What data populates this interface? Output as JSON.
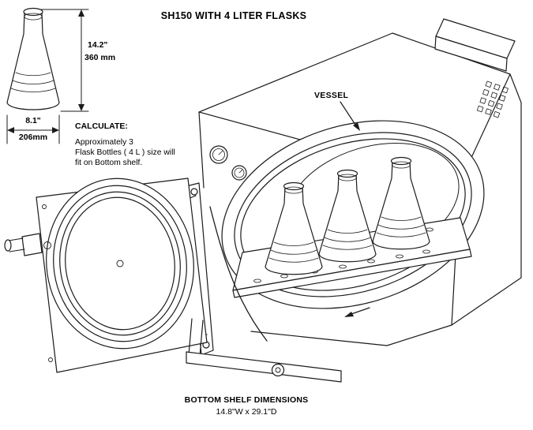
{
  "title": "SH150 WITH 4 LITER FLASKS",
  "reference_flask": {
    "height_in": "14.2\"",
    "height_mm": "360 mm",
    "width_in": "8.1\"",
    "width_mm": "206mm"
  },
  "note": {
    "heading": "CALCULATE:",
    "lines": [
      "Approximately 3",
      "Flask Bottles ( 4 L ) size will",
      "fit on Bottom shelf."
    ]
  },
  "labels": {
    "vessel": "VESSEL"
  },
  "bottom_shelf": {
    "heading": "BOTTOM SHELF DIMENSIONS",
    "size": "14.8\"W x 29.1\"D"
  },
  "colors": {
    "line": "#1b1b1b",
    "background": "#ffffff"
  }
}
